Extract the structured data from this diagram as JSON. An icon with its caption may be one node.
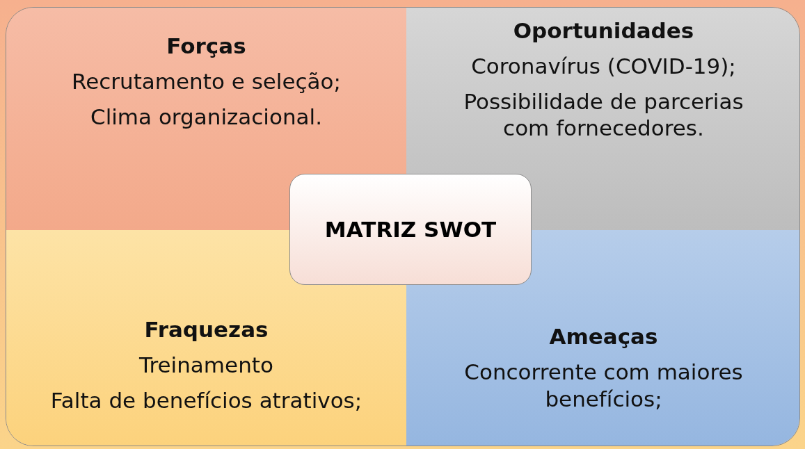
{
  "diagram": {
    "nodes": [
      {
        "text": [
          "Forças",
          "Recrutamento e seleção;",
          "Clima organizacional."
        ]
      },
      {
        "text": [
          "Oportunidades",
          "Coronavírus (COVID-19);",
          "Possibilidade de parcerias com fornecedores."
        ]
      },
      {
        "text": [
          "MATRIZ SWOT"
        ]
      },
      {
        "text": [
          "Fraquezas",
          "Treinamento",
          "Falta de benefícios atrativos;"
        ]
      },
      {
        "text": [
          "Ameaças",
          "Concorrente com maiores benefícios;"
        ]
      }
    ]
  }
}
